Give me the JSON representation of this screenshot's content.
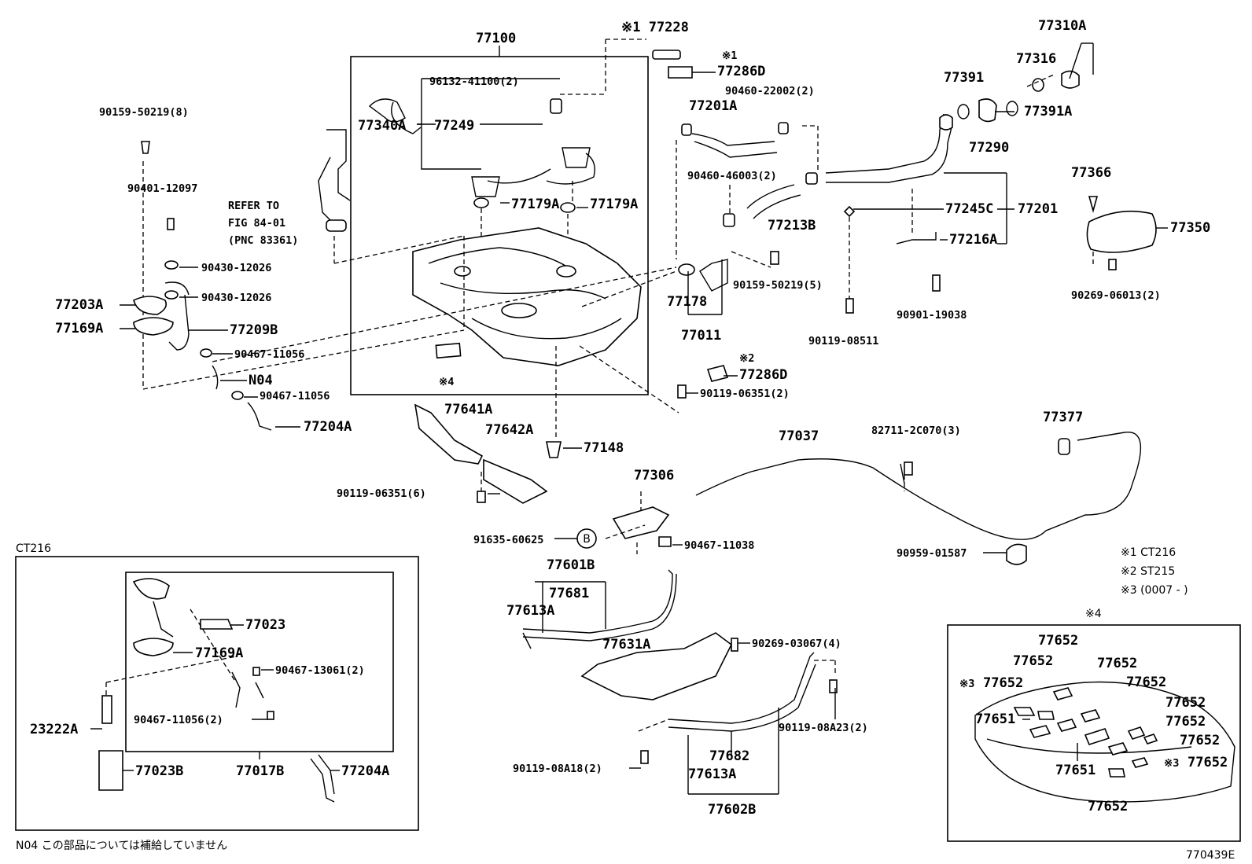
{
  "figure_id": "770439E",
  "footnote": "N04 この部品については補給していません",
  "refer_note": [
    "REFER TO",
    "FIG 84-01",
    "(PNC 83361)"
  ],
  "legend": [
    "※1 CT216",
    "※2 ST215",
    "※3 (0007 -        )"
  ],
  "inset_left_title": "CT216",
  "inset_right_title": "※4",
  "callout_b": "B",
  "labels": {
    "p77100": "77100",
    "p77228": "※1 77228",
    "p77286D_1_mark": "※1",
    "p77286D_1": "77286D",
    "p96132": "96132-41100(2)",
    "p77340A": "77340A",
    "p77249": "77249",
    "p77179A_1": "77179A",
    "p77179A_2": "77179A",
    "p90159_8": "90159-50219(8)",
    "p90401": "90401-12097",
    "p90430_1": "90430-12026",
    "p90430_2": "90430-12026",
    "p77203A": "77203A",
    "p77169A": "77169A",
    "p77209B": "77209B",
    "p90467_11056_a": "90467-11056",
    "pN04": "N04",
    "p90467_11056_b": "90467-11056",
    "p77204A": "77204A",
    "pmark4": "※4",
    "p77641A": "77641A",
    "p77642A": "77642A",
    "p77148": "77148",
    "p90119_06351_6": "90119-06351(6)",
    "p77201A": "77201A",
    "p90460_22002": "90460-22002(2)",
    "p90460_46003": "90460-46003(2)",
    "p77213B": "77213B",
    "p77178": "77178",
    "p77011": "77011",
    "p90159_5": "90159-50219(5)",
    "p77286D_2_mark": "※2",
    "p77286D_2": "77286D",
    "p90119_06351_2": "90119-06351(2)",
    "p77391": "77391",
    "p77310A": "77310A",
    "p77316": "77316",
    "p77391A": "77391A",
    "p77290": "77290",
    "p77245C": "77245C",
    "p77201": "77201",
    "p77216A": "77216A",
    "p90901": "90901-19038",
    "p90119_08511": "90119-08511",
    "p77366": "77366",
    "p77350": "77350",
    "p90269_06013": "90269-06013(2)",
    "p77037": "77037",
    "p82711": "82711-2C070(3)",
    "p77377": "77377",
    "p77306": "77306",
    "p91635": "91635-60625",
    "p90467_11038": "90467-11038",
    "p90959": "90959-01587",
    "p77601B": "77601B",
    "p77681": "77681",
    "p77613A_1": "77613A",
    "p77631A": "77631A",
    "p90269_03067": "90269-03067(4)",
    "p90119_08A23": "90119-08A23(2)",
    "p90119_08A18": "90119-08A18(2)",
    "p77682": "77682",
    "p77613A_2": "77613A",
    "p77602B": "77602B",
    "p77023": "77023",
    "p77169A_in": "77169A",
    "p90467_13061": "90467-13061(2)",
    "p90467_11056_in": "90467-11056(2)",
    "p23222A": "23222A",
    "p77023B": "77023B",
    "p77017B": "77017B",
    "p77204A_in": "77204A",
    "r77652_1": "77652",
    "r77652_2": "77652",
    "r77652_3": "77652",
    "r77652_4": "77652",
    "r77652_5": "77652",
    "r77652_6": "77652",
    "r77652_7": "77652",
    "r77652_8": "77652",
    "r77652_9": "77652",
    "r77652_10": "77652",
    "r77651_1": "77651",
    "r77651_2": "77651",
    "r_mark3_1": "※3",
    "r_mark3_2": "※3"
  }
}
